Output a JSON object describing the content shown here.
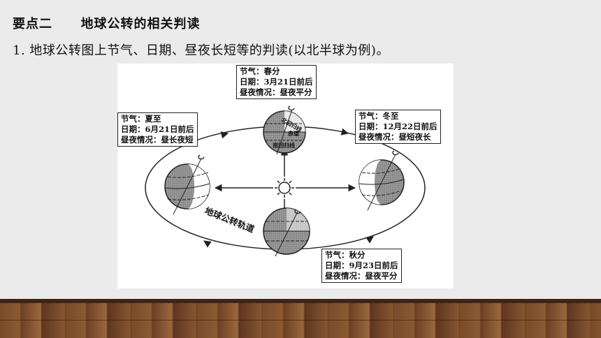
{
  "heading": {
    "label": "要点二",
    "title": "地球公转的相关判读"
  },
  "subtitle": "1. 地球公转图上节气、日期、昼夜长短等的判读(以北半球为例)。",
  "diagram": {
    "orbit_label": "地球公转轨道",
    "equinox_spring": {
      "jieqi": "节气：春分",
      "date": "日期：3月21日前后",
      "daynight": "昼夜情况：昼夜平分"
    },
    "solstice_summer": {
      "jieqi": "节气：夏至",
      "date": "日期：6月21日前后",
      "daynight": "昼夜情况：昼长夜短"
    },
    "solstice_winter": {
      "jieqi": "节气：冬至",
      "date": "日期：12月22日前后",
      "daynight": "昼夜情况：昼短夜长"
    },
    "equinox_autumn": {
      "jieqi": "节气：秋分",
      "date": "日期：9月23日前后",
      "daynight": "昼夜情况：昼夜平分"
    },
    "globe_labels": {
      "line1": "北回归线",
      "line2": "赤道",
      "line3": "南回归线"
    }
  },
  "colors": {
    "background": "#ebebeb",
    "text": "#111111",
    "floor": "#7a4b2a"
  }
}
